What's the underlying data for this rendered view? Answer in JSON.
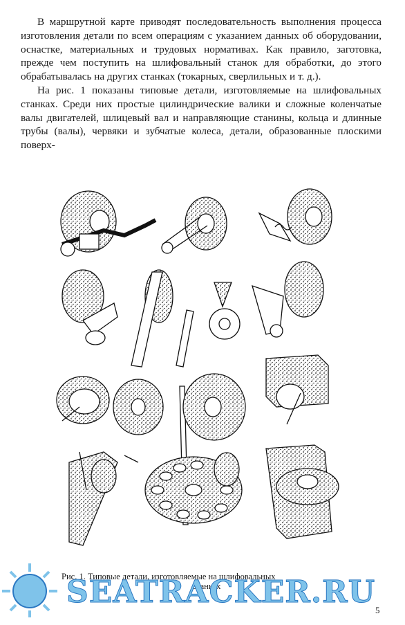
{
  "paragraphs": [
    "В маршрутной карте приводят последовательность выполнения процесса изготовления детали по всем операциям с указанием данных об оборудовании, оснастке, материальных и трудовых нормативах. Как правило, заготовка, прежде чем поступить на шлифовальный станок для обработки, до этого обрабатывалась на других станках (токарных, сверлильных и т. д.).",
    "На рис. 1 показаны типовые детали, изготовляемые на шлифовальных станках. Среди них простые цилиндрические валики и сложные коленчатые валы двигателей, шлицевый вал и направляющие станины, кольца и длинные трубы (валы), червяки и зубчатые колеса, детали, образованные плоскими поверх-"
  ],
  "caption": {
    "line1": "Рис. 1. Типовые детали, изготовляемые на шлифовальных",
    "line2": "станках"
  },
  "watermark": {
    "text": "SEATRACKER.RU"
  },
  "page_number": "5"
}
